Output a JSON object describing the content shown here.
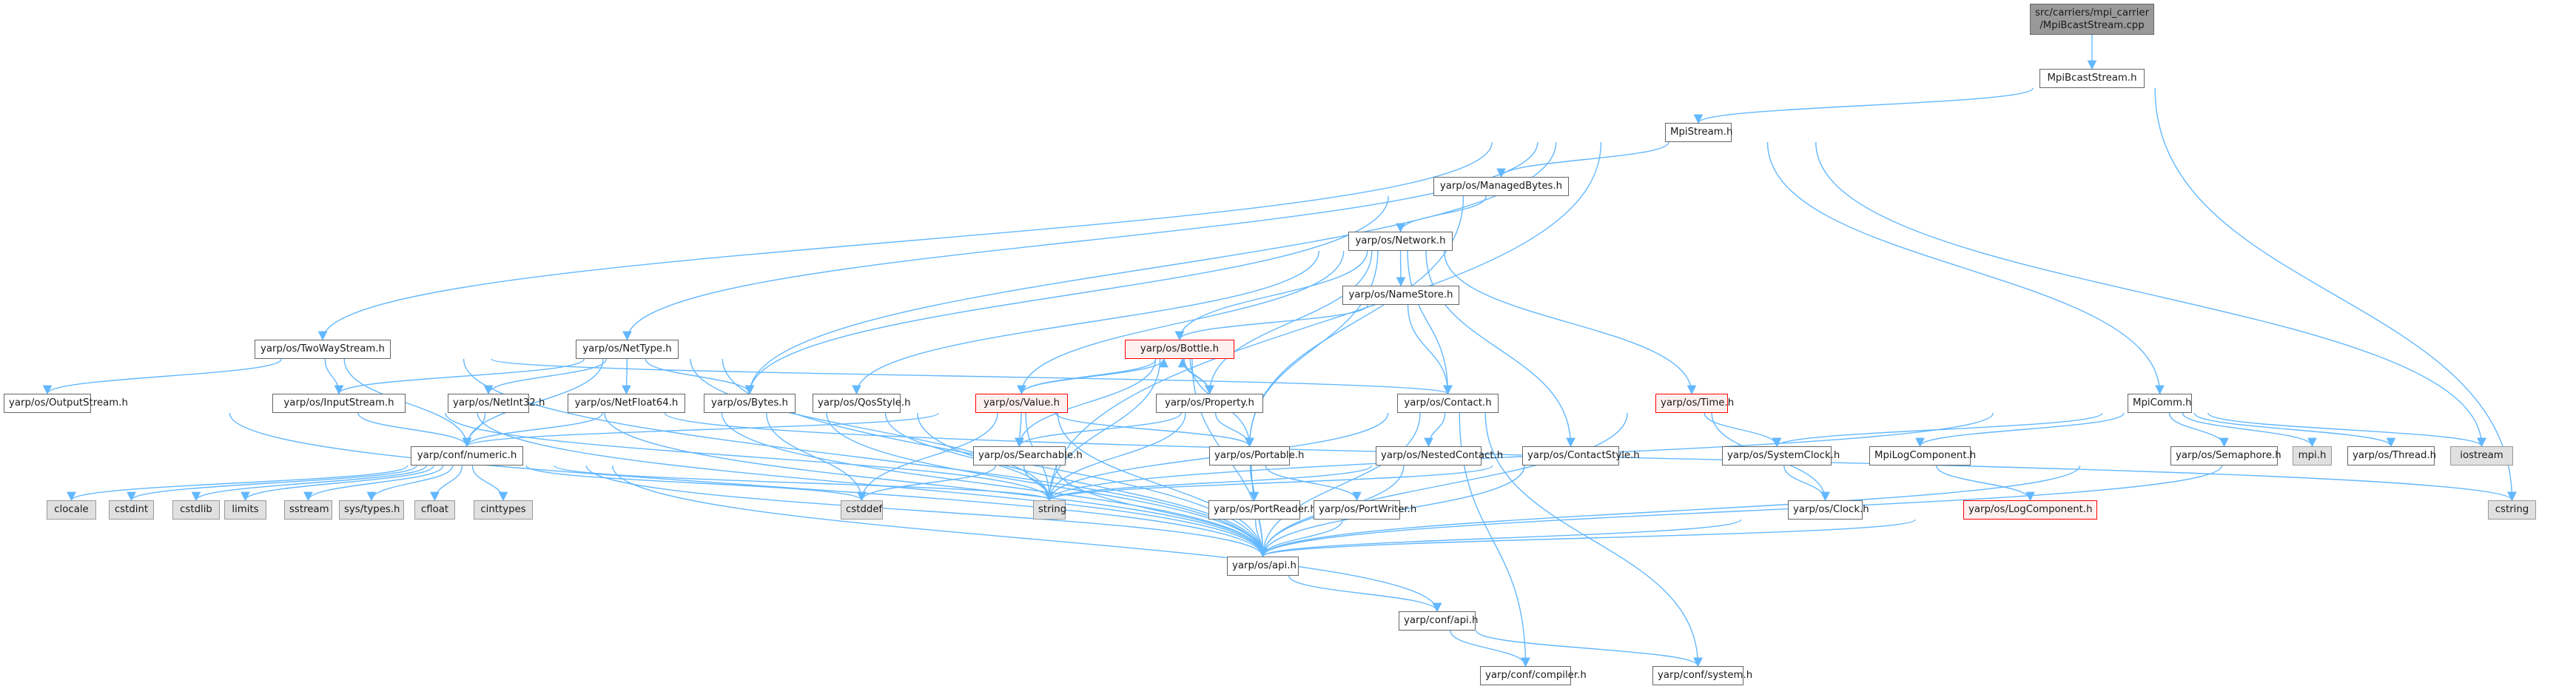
{
  "graph": {
    "title": "Include dependency graph for MpiBcastStream.cpp",
    "edge_color": "#63b8ff",
    "nodes": [
      {
        "id": "root",
        "label": "src/carriers/mpi_carrier\n/MpiBcastStream.cpp",
        "style": "root"
      },
      {
        "id": "MpiBcastStream",
        "label": "MpiBcastStream.h",
        "style": "normal"
      },
      {
        "id": "MpiStream",
        "label": "MpiStream.h",
        "style": "normal"
      },
      {
        "id": "ManagedBytes",
        "label": "yarp/os/ManagedBytes.h",
        "style": "normal"
      },
      {
        "id": "Network",
        "label": "yarp/os/Network.h",
        "style": "normal"
      },
      {
        "id": "NameStore",
        "label": "yarp/os/NameStore.h",
        "style": "normal"
      },
      {
        "id": "TwoWayStream",
        "label": "yarp/os/TwoWayStream.h",
        "style": "normal"
      },
      {
        "id": "NetType",
        "label": "yarp/os/NetType.h",
        "style": "normal"
      },
      {
        "id": "Bottle",
        "label": "yarp/os/Bottle.h",
        "style": "red"
      },
      {
        "id": "OutputStream",
        "label": "yarp/os/OutputStream.h",
        "style": "normal"
      },
      {
        "id": "InputStream",
        "label": "yarp/os/InputStream.h",
        "style": "normal"
      },
      {
        "id": "NetInt32",
        "label": "yarp/os/NetInt32.h",
        "style": "normal"
      },
      {
        "id": "NetFloat64",
        "label": "yarp/os/NetFloat64.h",
        "style": "normal"
      },
      {
        "id": "Bytes",
        "label": "yarp/os/Bytes.h",
        "style": "normal"
      },
      {
        "id": "QosStyle",
        "label": "yarp/os/QosStyle.h",
        "style": "normal"
      },
      {
        "id": "Value",
        "label": "yarp/os/Value.h",
        "style": "red"
      },
      {
        "id": "Property",
        "label": "yarp/os/Property.h",
        "style": "normal"
      },
      {
        "id": "Contact",
        "label": "yarp/os/Contact.h",
        "style": "normal"
      },
      {
        "id": "Time",
        "label": "yarp/os/Time.h",
        "style": "red"
      },
      {
        "id": "MpiComm",
        "label": "MpiComm.h",
        "style": "normal"
      },
      {
        "id": "numeric",
        "label": "yarp/conf/numeric.h",
        "style": "normal"
      },
      {
        "id": "Searchable",
        "label": "yarp/os/Searchable.h",
        "style": "normal"
      },
      {
        "id": "Portable",
        "label": "yarp/os/Portable.h",
        "style": "normal"
      },
      {
        "id": "NestedContact",
        "label": "yarp/os/NestedContact.h",
        "style": "normal"
      },
      {
        "id": "ContactStyle",
        "label": "yarp/os/ContactStyle.h",
        "style": "normal"
      },
      {
        "id": "SystemClock",
        "label": "yarp/os/SystemClock.h",
        "style": "normal"
      },
      {
        "id": "MpiLogComponent",
        "label": "MpiLogComponent.h",
        "style": "normal"
      },
      {
        "id": "Semaphore",
        "label": "yarp/os/Semaphore.h",
        "style": "normal"
      },
      {
        "id": "mpi",
        "label": "mpi.h",
        "style": "sys"
      },
      {
        "id": "Thread",
        "label": "yarp/os/Thread.h",
        "style": "normal"
      },
      {
        "id": "iostream",
        "label": "iostream",
        "style": "sys"
      },
      {
        "id": "clocale",
        "label": "clocale",
        "style": "sys"
      },
      {
        "id": "cstdint",
        "label": "cstdint",
        "style": "sys"
      },
      {
        "id": "cstdlib",
        "label": "cstdlib",
        "style": "sys"
      },
      {
        "id": "limits",
        "label": "limits",
        "style": "sys"
      },
      {
        "id": "sstream",
        "label": "sstream",
        "style": "sys"
      },
      {
        "id": "systypes",
        "label": "sys/types.h",
        "style": "sys"
      },
      {
        "id": "cfloat",
        "label": "cfloat",
        "style": "sys"
      },
      {
        "id": "cinttypes",
        "label": "cinttypes",
        "style": "sys"
      },
      {
        "id": "cstddef",
        "label": "cstddef",
        "style": "sys"
      },
      {
        "id": "string",
        "label": "string",
        "style": "sys"
      },
      {
        "id": "PortReader",
        "label": "yarp/os/PortReader.h",
        "style": "normal"
      },
      {
        "id": "PortWriter",
        "label": "yarp/os/PortWriter.h",
        "style": "normal"
      },
      {
        "id": "Clock",
        "label": "yarp/os/Clock.h",
        "style": "normal"
      },
      {
        "id": "LogComponent",
        "label": "yarp/os/LogComponent.h",
        "style": "red"
      },
      {
        "id": "cstring",
        "label": "cstring",
        "style": "sys"
      },
      {
        "id": "osapi",
        "label": "yarp/os/api.h",
        "style": "normal"
      },
      {
        "id": "confapi",
        "label": "yarp/conf/api.h",
        "style": "normal"
      },
      {
        "id": "compiler",
        "label": "yarp/conf/compiler.h",
        "style": "normal"
      },
      {
        "id": "system",
        "label": "yarp/conf/system.h",
        "style": "normal"
      }
    ],
    "edges": [
      [
        "root",
        "MpiBcastStream"
      ],
      [
        "MpiBcastStream",
        "MpiStream"
      ],
      [
        "MpiBcastStream",
        "cstring"
      ],
      [
        "MpiStream",
        "ManagedBytes"
      ],
      [
        "MpiStream",
        "TwoWayStream"
      ],
      [
        "MpiStream",
        "NetType"
      ],
      [
        "MpiStream",
        "Bytes"
      ],
      [
        "MpiStream",
        "MpiComm"
      ],
      [
        "MpiStream",
        "iostream"
      ],
      [
        "MpiStream",
        "string"
      ],
      [
        "ManagedBytes",
        "Network"
      ],
      [
        "ManagedBytes",
        "Bytes"
      ],
      [
        "ManagedBytes",
        "Portable"
      ],
      [
        "Network",
        "NameStore"
      ],
      [
        "Network",
        "Bottle"
      ],
      [
        "Network",
        "Value"
      ],
      [
        "Network",
        "Property"
      ],
      [
        "Network",
        "Contact"
      ],
      [
        "Network",
        "Time"
      ],
      [
        "Network",
        "QosStyle"
      ],
      [
        "Network",
        "ContactStyle"
      ],
      [
        "Network",
        "Portable"
      ],
      [
        "NameStore",
        "Bottle"
      ],
      [
        "NameStore",
        "Contact"
      ],
      [
        "TwoWayStream",
        "OutputStream"
      ],
      [
        "TwoWayStream",
        "InputStream"
      ],
      [
        "TwoWayStream",
        "numeric"
      ],
      [
        "TwoWayStream",
        "Contact"
      ],
      [
        "TwoWayStream",
        "osapi"
      ],
      [
        "NetType",
        "InputStream"
      ],
      [
        "NetType",
        "NetInt32"
      ],
      [
        "NetType",
        "NetFloat64"
      ],
      [
        "NetType",
        "Bytes"
      ],
      [
        "NetType",
        "numeric"
      ],
      [
        "NetType",
        "string"
      ],
      [
        "NetType",
        "osapi"
      ],
      [
        "Bottle",
        "Value"
      ],
      [
        "Bottle",
        "Property"
      ],
      [
        "Bottle",
        "Portable"
      ],
      [
        "Bottle",
        "Searchable"
      ],
      [
        "Bottle",
        "string"
      ],
      [
        "Bottle",
        "osapi"
      ],
      [
        "Value",
        "Bottle"
      ],
      [
        "Value",
        "Searchable"
      ],
      [
        "Value",
        "Portable"
      ],
      [
        "Value",
        "string"
      ],
      [
        "Value",
        "cstddef"
      ],
      [
        "Value",
        "numeric"
      ],
      [
        "Value",
        "osapi"
      ],
      [
        "Property",
        "Bottle"
      ],
      [
        "Property",
        "Searchable"
      ],
      [
        "Property",
        "Portable"
      ],
      [
        "Property",
        "string"
      ],
      [
        "OutputStream",
        "osapi"
      ],
      [
        "InputStream",
        "numeric"
      ],
      [
        "InputStream",
        "osapi"
      ],
      [
        "InputStream",
        "string"
      ],
      [
        "InputStream",
        "cstring"
      ],
      [
        "NetInt32",
        "numeric"
      ],
      [
        "NetInt32",
        "osapi"
      ],
      [
        "NetFloat64",
        "numeric"
      ],
      [
        "NetFloat64",
        "osapi"
      ],
      [
        "Bytes",
        "cstddef"
      ],
      [
        "Bytes",
        "osapi"
      ],
      [
        "QosStyle",
        "string"
      ],
      [
        "QosStyle",
        "osapi"
      ],
      [
        "Contact",
        "NestedContact"
      ],
      [
        "Contact",
        "string"
      ],
      [
        "Contact",
        "osapi"
      ],
      [
        "Contact",
        "compiler"
      ],
      [
        "Contact",
        "system"
      ],
      [
        "Time",
        "SystemClock"
      ],
      [
        "Time",
        "Clock"
      ],
      [
        "Time",
        "osapi"
      ],
      [
        "MpiComm",
        "SystemClock"
      ],
      [
        "MpiComm",
        "MpiLogComponent"
      ],
      [
        "MpiComm",
        "Semaphore"
      ],
      [
        "MpiComm",
        "mpi"
      ],
      [
        "MpiComm",
        "Thread"
      ],
      [
        "MpiComm",
        "iostream"
      ],
      [
        "MpiComm",
        "string"
      ],
      [
        "numeric",
        "clocale"
      ],
      [
        "numeric",
        "cstdint"
      ],
      [
        "numeric",
        "cstdlib"
      ],
      [
        "numeric",
        "limits"
      ],
      [
        "numeric",
        "sstream"
      ],
      [
        "numeric",
        "systypes"
      ],
      [
        "numeric",
        "cfloat"
      ],
      [
        "numeric",
        "cinttypes"
      ],
      [
        "numeric",
        "cstddef"
      ],
      [
        "numeric",
        "string"
      ],
      [
        "numeric",
        "confapi"
      ],
      [
        "numeric",
        "osapi"
      ],
      [
        "Searchable",
        "cstddef"
      ],
      [
        "Searchable",
        "string"
      ],
      [
        "Searchable",
        "osapi"
      ],
      [
        "Portable",
        "PortReader"
      ],
      [
        "Portable",
        "PortWriter"
      ],
      [
        "Portable",
        "osapi"
      ],
      [
        "NestedContact",
        "string"
      ],
      [
        "NestedContact",
        "osapi"
      ],
      [
        "ContactStyle",
        "string"
      ],
      [
        "ContactStyle",
        "osapi"
      ],
      [
        "SystemClock",
        "Clock"
      ],
      [
        "MpiLogComponent",
        "LogComponent"
      ],
      [
        "Semaphore",
        "osapi"
      ],
      [
        "Thread",
        "osapi"
      ],
      [
        "PortReader",
        "osapi"
      ],
      [
        "PortWriter",
        "osapi"
      ],
      [
        "Clock",
        "osapi"
      ],
      [
        "LogComponent",
        "osapi"
      ],
      [
        "osapi",
        "confapi"
      ],
      [
        "confapi",
        "compiler"
      ],
      [
        "confapi",
        "system"
      ]
    ]
  }
}
